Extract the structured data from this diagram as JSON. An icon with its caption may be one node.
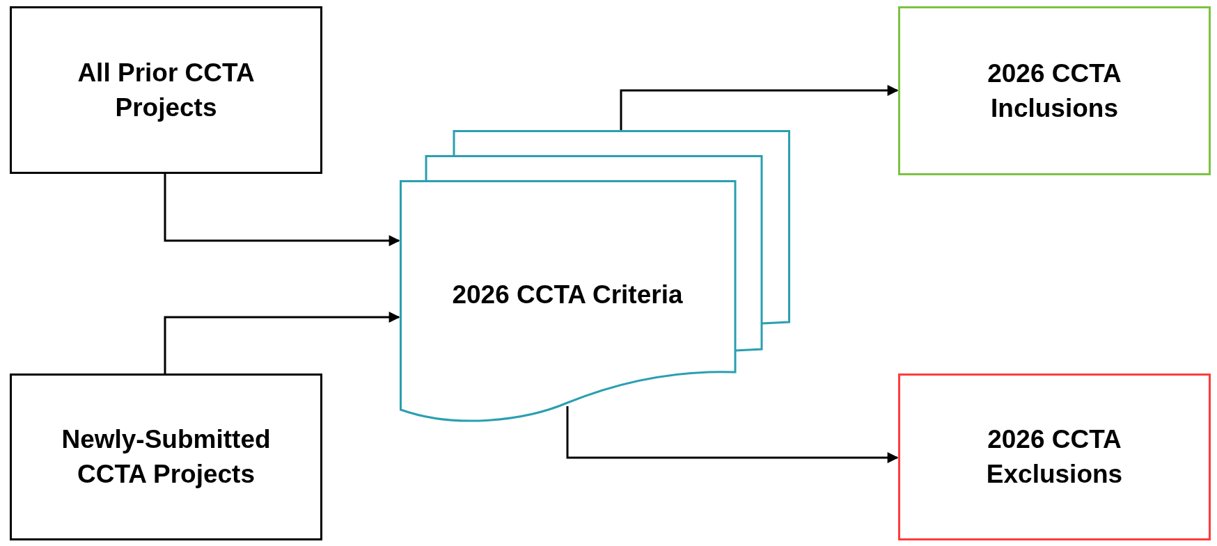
{
  "diagram": {
    "nodes": [
      {
        "text": [
          "All Prior CCTA Projects"
        ]
      },
      {
        "text": [
          "2026 CCTA Criteria"
        ]
      },
      {
        "text": [
          "Newly-Submitted CCTA Projects"
        ]
      },
      {
        "text": [
          "2026 CCTA Inclusions"
        ]
      },
      {
        "text": [
          "2026 CCTA Exclusions"
        ]
      }
    ],
    "edges": [
      {
        "from": 0,
        "to": 1,
        "arrow": "to"
      },
      {
        "from": 2,
        "to": 1,
        "arrow": "to"
      },
      {
        "from": 1,
        "to": 3,
        "arrow": "to"
      },
      {
        "from": 1,
        "to": 4,
        "arrow": "to"
      }
    ]
  }
}
